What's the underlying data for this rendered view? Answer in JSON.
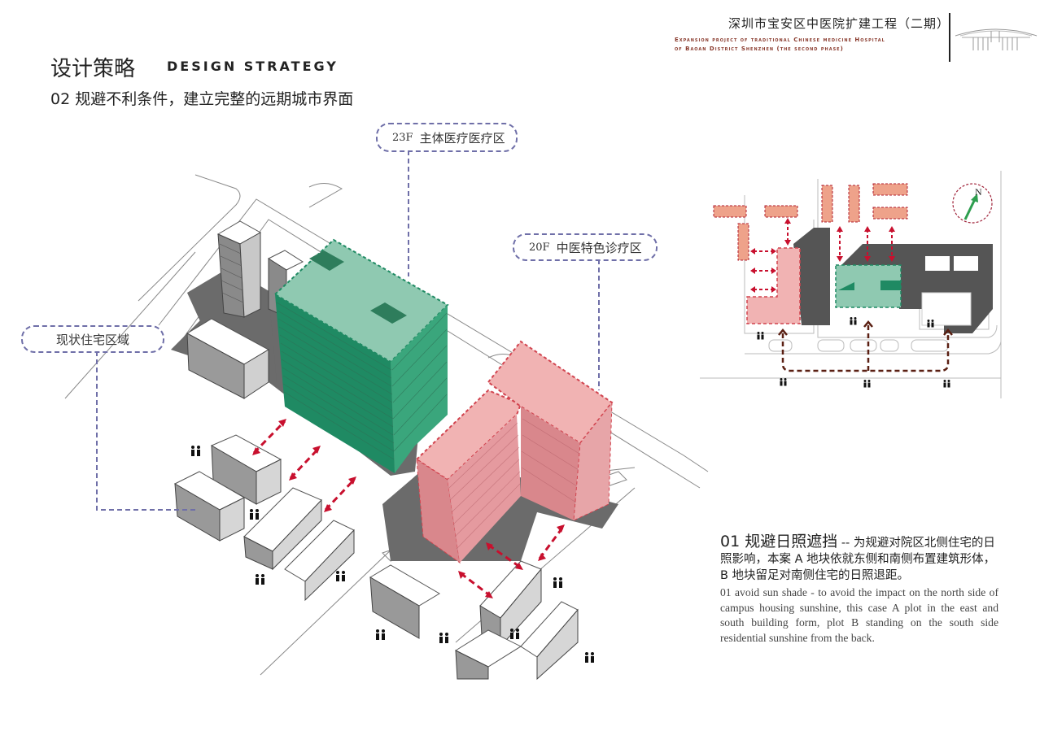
{
  "header": {
    "project_title_cn": "深圳市宝安区中医院扩建工程（二期）",
    "project_title_en_line1": "Expansion project of traditional Chinese medicine Hospital",
    "project_title_en_line2": "of Baoan District Shenzhen (the second phase)",
    "logo": "hospital-elevation-logo"
  },
  "section": {
    "title_cn": "设计策略",
    "title_en": "DESIGN STRATEGY",
    "subtitle": "02 规避不利条件，建立完整的远期城市界面"
  },
  "callouts": [
    {
      "floors": "23F",
      "label": "主体医疗医疗区",
      "color": "#6f6fa8"
    },
    {
      "floors": "20F",
      "label": "中医特色诊疗区",
      "color": "#6f6fa8"
    },
    {
      "floors": "",
      "label": "现状住宅区域",
      "color": "#6f6fa8"
    }
  ],
  "plan_inset": {
    "compass_label": "N",
    "compass_color": "#2e9e4f",
    "arrow_color": "#c8102e",
    "path_color": "#5a1f12"
  },
  "description": {
    "lead_cn": "01 规避日照遮挡",
    "body_cn": " -- 为规避对院区北侧住宅的日照影响，本案 A 地块依就东侧和南侧布置建筑形体，B 地块留足对南侧住宅的日照退距。",
    "body_en": "01 avoid sun shade - to avoid the impact on the north side of campus housing sunshine, this case A plot in the east and south building form, plot B standing on the south side residential sunshine from the back."
  },
  "colors": {
    "green_building": "#8fc9b1",
    "green_dark": "#1f8a63",
    "pink_building": "#f1b3b3",
    "pink_dark": "#d1444f",
    "shadow": "#6b6b6b",
    "callout_border": "#6f6fa8"
  }
}
